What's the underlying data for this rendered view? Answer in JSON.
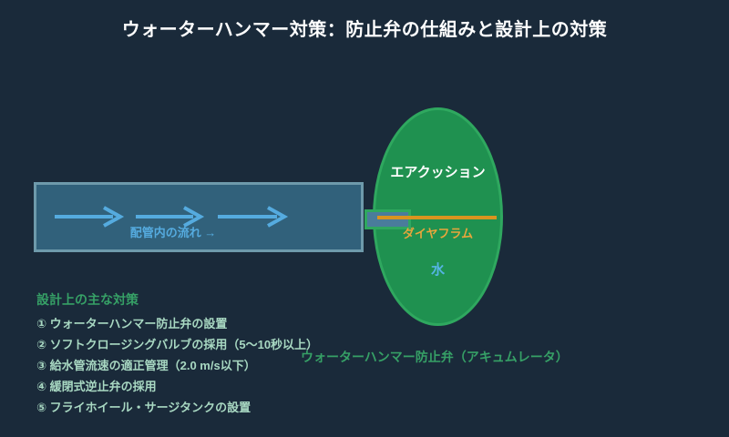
{
  "title": "ウォーターハンマー対策：防止弁の仕組みと設計上の対策",
  "pipe": {
    "flow_label": "配管内の流れ →"
  },
  "valve": {
    "air_cushion_label": "エアクッション",
    "diaphragm_label": "ダイヤフラム",
    "water_label": "水",
    "caption": "ウォーターハンマー防止弁（アキュムレータ）"
  },
  "design_measures": {
    "heading": "設計上の主な対策",
    "items": [
      "① ウォーターハンマー防止弁の設置",
      "② ソフトクロージングバルブの採用（5〜10秒以上）",
      "③ 給水管流速の適正管理（2.0 m/s以下）",
      "④ 緩閉式逆止弁の採用",
      "⑤ フライホイール・サージタンクの設置"
    ]
  },
  "colors": {
    "background": "#1a2a3a",
    "title_text": "#ffffff",
    "pipe_fill": "#31617b",
    "pipe_border": "#6e9aab",
    "arrow_blue": "#55abdf",
    "ellipse_fill": "#1f9150",
    "ellipse_border": "#2fa85f",
    "connector_fill": "#4a7c9b",
    "diaphragm_orange": "#d9941f",
    "diaphragm_label_orange": "#e8a63c",
    "water_blue": "#56b4e4",
    "green_text": "#36a066",
    "list_item_text": "#a8d8c2"
  }
}
